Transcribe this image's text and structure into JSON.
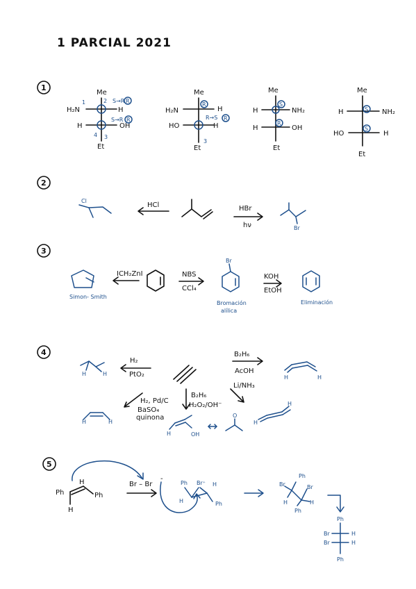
{
  "title": "1  PARCIAL 2021",
  "sections": [
    "1",
    "2",
    "3",
    "4",
    "5"
  ],
  "colors": {
    "ink": "#111111",
    "blue_ink": "#1d4f8c"
  },
  "p1": {
    "f1": {
      "top": "Me",
      "l1": "H₂N",
      "r1": "H",
      "l2": "H",
      "r2": "OH",
      "bottom": "Et",
      "n1": "1",
      "n2": "2",
      "n3": "3",
      "n4": "4",
      "note1": "S→R",
      "note2": "S→R",
      "c1": "R",
      "c2": "R"
    },
    "f2": {
      "top": "Me",
      "l1": "H₂N",
      "r1": "H",
      "l2": "HO",
      "r2": "H",
      "bottom": "Et",
      "sup": "3",
      "c1": "R",
      "c2": "R",
      "note": "R→S"
    },
    "f3": {
      "top": "Me",
      "l1": "H",
      "r1": "NH₂",
      "l2": "H",
      "r2": "OH",
      "bottom": "Et",
      "c1": "S",
      "c2": "R"
    },
    "f4": {
      "top": "Me",
      "l1": "H",
      "r1": "NH₂",
      "l2": "HO",
      "r2": "H",
      "bottom": "Et",
      "c1": "S",
      "c2": "S"
    }
  },
  "p2": {
    "cl": "Cl",
    "left_reagent": "HCl",
    "right_reagent_top": "HBr",
    "right_reagent_bottom": "hν",
    "br": "Br"
  },
  "p3": {
    "reagent1": "ICH₂ZnI",
    "reagent2_top": "NBS",
    "reagent2_bottom": "CCl₄",
    "br": "Br",
    "reagent3_top": "KOH",
    "reagent3_bottom": "EtOH",
    "label1": "Simon- Smith",
    "label2_line1": "Bromación",
    "label2_line2": "alílica",
    "label3": "Eliminación"
  },
  "p4": {
    "r1_top": "H₂",
    "r1_bottom": "PtO₂",
    "r2_top": "B₂H₆",
    "r2_bottom": "AcOH",
    "r3_line1": "H₂, Pd/C",
    "r3_line2": "BaSO₄",
    "r3_line3": "quinona",
    "r4_line1": "B₂H₆",
    "r4_line2": "H₂O₂/OH⁻",
    "r5": "Li/NH₃",
    "h": "H",
    "oh": "OH",
    "o": "O"
  },
  "p5": {
    "ph": "Ph",
    "h": "H",
    "reagent": "Br – Br",
    "minus": "-",
    "plus": "+",
    "br_plus": "Br⁺",
    "br": "Br"
  }
}
